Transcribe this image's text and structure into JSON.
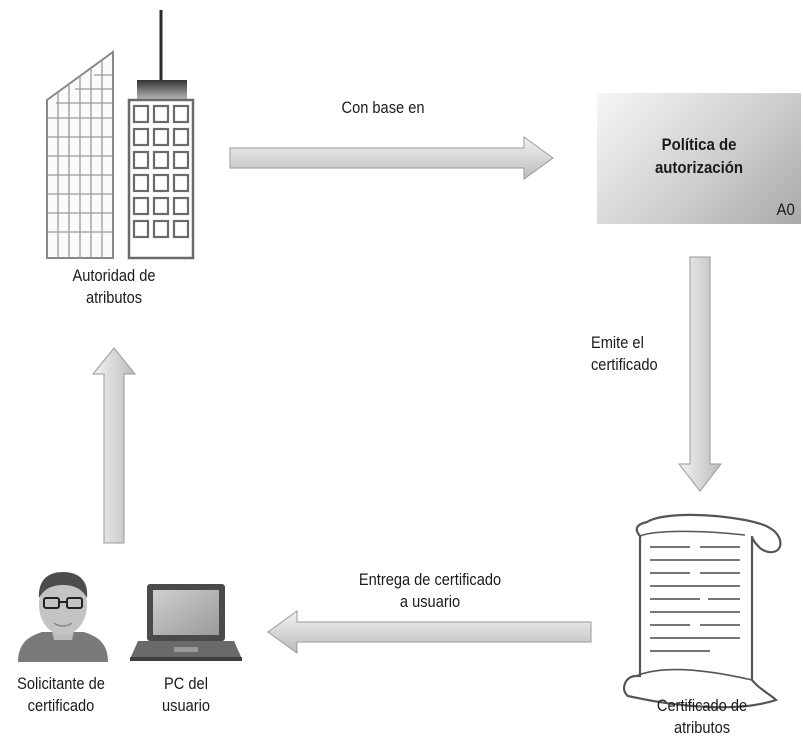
{
  "nodes": {
    "attribute_authority": {
      "label_line1": "Autoridad de",
      "label_line2": "atributos",
      "icon": "building-icon"
    },
    "authorization_policy": {
      "title_line1": "Política de",
      "title_line2": "autorización",
      "code": "A0"
    },
    "attribute_certificate": {
      "label_line1": "Certificado de",
      "label_line2": "atributos",
      "icon": "scroll-document-icon"
    },
    "user_pc": {
      "label_line1": "PC del",
      "label_line2": "usuario",
      "icon": "laptop-icon"
    },
    "certificate_requester": {
      "label_line1": "Solicitante de",
      "label_line2": "certificado",
      "icon": "person-icon"
    }
  },
  "edges": {
    "based_on": {
      "label": "Con base en"
    },
    "issues_certificate": {
      "label_line1": "Emite el",
      "label_line2": "certificado"
    },
    "delivers_to_user": {
      "label_line1": "Entrega de certificado",
      "label_line2": "a usuario"
    },
    "requester_to_authority": {
      "label": ""
    }
  },
  "colors": {
    "arrow_fill": "#d6d6d6",
    "arrow_stroke": "#9a9a9a",
    "icon_dark": "#555555",
    "icon_mid": "#888888"
  }
}
